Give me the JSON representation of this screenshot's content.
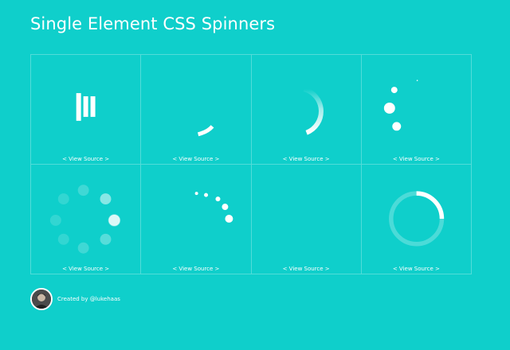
{
  "page": {
    "title": "Single Element CSS Spinners"
  },
  "spinners": [
    {
      "name": "bars",
      "link": "< View Source >"
    },
    {
      "name": "arc-tail",
      "link": "< View Source >"
    },
    {
      "name": "fading-arc",
      "link": "< View Source >"
    },
    {
      "name": "bouncing-dots",
      "link": "< View Source >"
    },
    {
      "name": "circle-of-dots",
      "link": "< View Source >"
    },
    {
      "name": "trailing-dots",
      "link": "< View Source >"
    },
    {
      "name": "empty",
      "link": "< View Source >"
    },
    {
      "name": "ring",
      "link": "< View Source >"
    }
  ],
  "footer": {
    "credit": "Created by @lukehaas",
    "avatar_icon": "person-avatar"
  },
  "colors": {
    "background": "#0fcfcb",
    "foreground": "#ffffff"
  }
}
